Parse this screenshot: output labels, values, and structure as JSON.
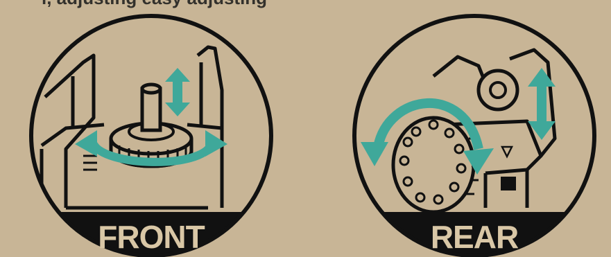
{
  "header": {
    "partial_text": "l, adjusting easy adjusting"
  },
  "panels": [
    {
      "id": "front",
      "label": "FRONT"
    },
    {
      "id": "rear",
      "label": "REAR"
    }
  ],
  "colors": {
    "background": "#c8b596",
    "outline": "#111111",
    "label_band": "#111111",
    "label_text": "#d9c7a6",
    "arrow": "#3fa89a"
  }
}
